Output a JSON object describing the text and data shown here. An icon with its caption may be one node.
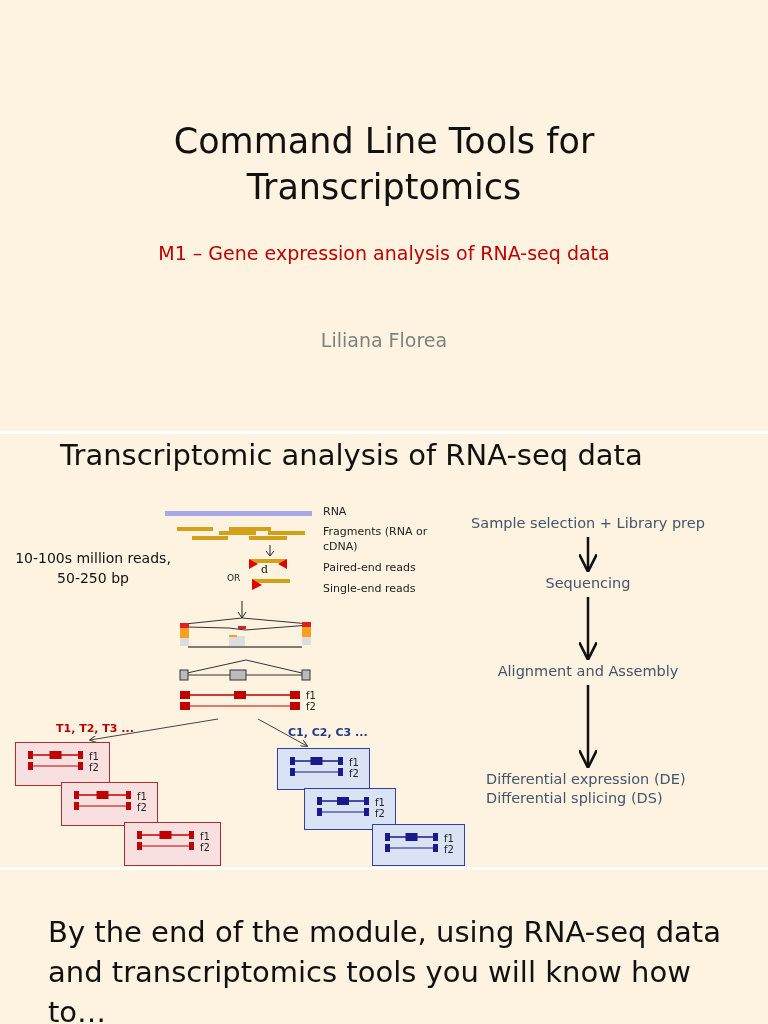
{
  "diagram": {
    "title": "Command Line Tools for Transcriptomics",
    "nodes": [
      {
        "text": [
          "Sample selection + Library prep"
        ]
      },
      {
        "text": [
          "Sequencing"
        ]
      },
      {
        "text": [
          "Alignment and Assembly"
        ]
      },
      {
        "text": [
          "Differential expression (DE)",
          "Differential splicing (DS)"
        ]
      },
      {
        "text": [
          "f1",
          "f2"
        ]
      },
      {
        "text": [
          "f1",
          "f2"
        ]
      },
      {
        "text": [
          "f1",
          "f2"
        ]
      },
      {
        "text": [
          "f1",
          "f2"
        ]
      },
      {
        "text": [
          "f1",
          "f2"
        ]
      },
      {
        "text": [
          "f1",
          "f2"
        ]
      },
      {
        "text": [
          "f1",
          "f2"
        ]
      }
    ],
    "edges": [
      {
        "from": 0,
        "to": 1,
        "arrow": "to"
      },
      {
        "from": 1,
        "to": 2,
        "arrow": "to"
      },
      {
        "from": 2,
        "to": 3,
        "arrow": "to"
      },
      {
        "from": 4,
        "to": 5,
        "arrow": "to"
      },
      {
        "from": 4,
        "to": 8,
        "arrow": "to"
      }
    ],
    "labels": [
      "M1 – Gene expression analysis of RNA-seq data",
      "Liliana Florea",
      "Transcriptomic analysis of RNA-seq data",
      "10-100s million reads, 50-250 bp",
      "RNA",
      "Fragments (RNA or cDNA)",
      "Paired-end reads",
      "Single-end reads",
      "OR",
      "d",
      "T1, T2, T3 ...",
      "C1, C2, C3 ...",
      "By the end of the module, using RNA-seq data and transcriptomics tools you will know how to…"
    ]
  }
}
